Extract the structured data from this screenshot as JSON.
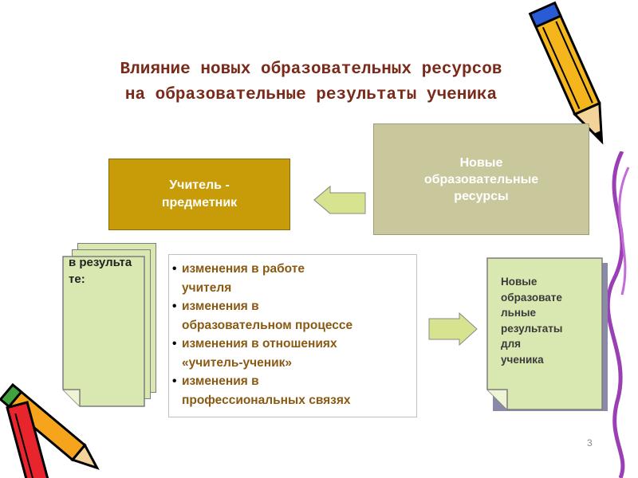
{
  "title": {
    "line1": "Влияние новых образовательных ресурсов",
    "line2": "на образовательные результаты ученика"
  },
  "teacher_box": {
    "line1": "Учитель -",
    "line2": "предметник"
  },
  "resources_box": {
    "line1": "Новые",
    "line2": "образовательные",
    "line3": "ресурсы"
  },
  "left_doc": {
    "label": "в результате:"
  },
  "changes": {
    "items": [
      {
        "line1": "изменения в работе",
        "line2": "учителя"
      },
      {
        "line1": "изменения в",
        "line2": "образовательном процессе"
      },
      {
        "line1": "изменения в отношениях",
        "line2": "«учитель-ученик»"
      },
      {
        "line1": "изменения в",
        "line2": "профессиональных связях"
      }
    ]
  },
  "right_doc": {
    "l1": "Новые",
    "l2": "образовате",
    "l3": "льные",
    "l4": "результаты",
    "l5": "для",
    "l6": "ученика"
  },
  "page_number": "3",
  "colors": {
    "teacher": "#c89b09",
    "resources": "#c9c89c",
    "doc": "#d9e8b0",
    "arrow": "#d8e38f",
    "title": "#7a2a1a"
  },
  "decor": {
    "top_right": "pencil-icon",
    "bottom_left": "pencils-icon",
    "right_edge": "ribbon-squiggle-icon"
  }
}
